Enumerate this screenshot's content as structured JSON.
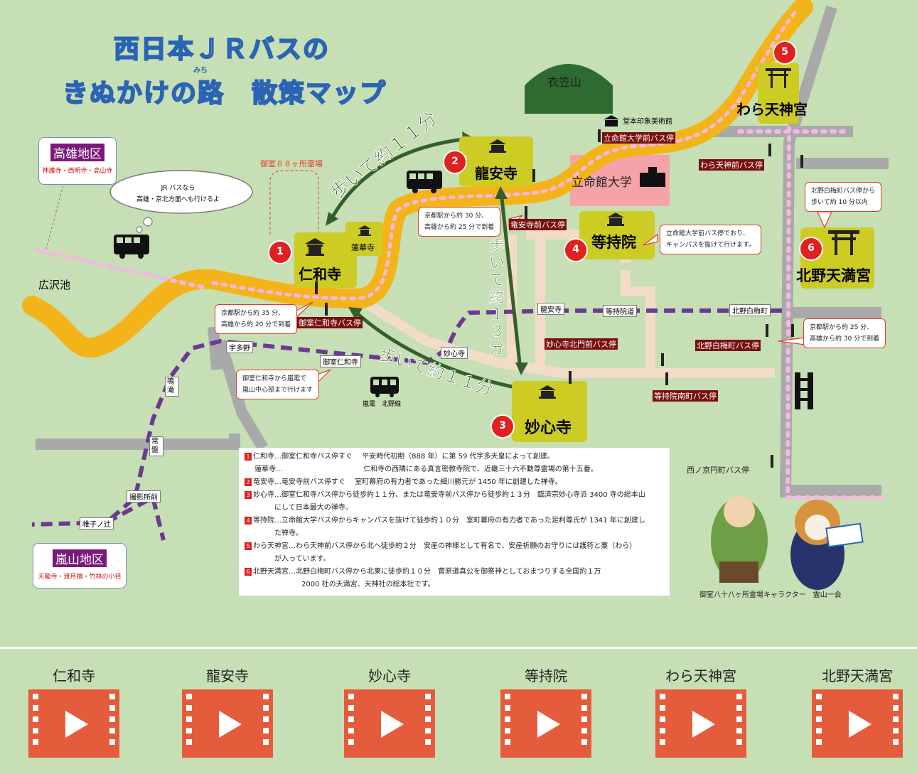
{
  "title": {
    "line1": "西日本ＪＲバスの",
    "line2": "きぬかけの路　散策マップ",
    "ruby": "みち"
  },
  "districts": {
    "takao": {
      "name": "高雄地区",
      "sub": "神護寺・西明寺・高山寺"
    },
    "arashiyama": {
      "name": "嵐山地区",
      "sub": "天龍寺・渡月橋・竹林の小径"
    }
  },
  "speech": {
    "line1": "JR バスなら",
    "line2": "高雄・京北方面へも行けるよ"
  },
  "map_labels": {
    "hirosawa": "広沢池",
    "kinugasa": "衣笠山",
    "domoto": "堂本印象美術館",
    "ritsumeikan": "立命館大学",
    "henro": "御室８８ヶ所霊場",
    "rengeji": "蓮華寺",
    "walk1": "歩いて約１１分",
    "walk2": "歩いて約１３分",
    "walk3": "歩いて約１１分",
    "station": "嵐電　北野線",
    "rail_utano": "宇多野",
    "rail_omuro": "御室仁和寺",
    "rail_myoshinji": "妙心寺",
    "rail_narutaki": "鳴滝",
    "rail_tokiwa": "常盤",
    "rail_satsueijomae": "撮影所前",
    "rail_katabiranotsuji": "帷子ノ辻",
    "rail_ryoanji": "龍安寺",
    "rail_tojiin": "等持院道",
    "rail_kitano": "北野白梅町"
  },
  "temples": [
    {
      "num": "1",
      "name": "仁和寺"
    },
    {
      "num": "2",
      "name": "龍安寺"
    },
    {
      "num": "3",
      "name": "妙心寺"
    },
    {
      "num": "4",
      "name": "等持院"
    },
    {
      "num": "5",
      "name": "わら天神宮"
    },
    {
      "num": "6",
      "name": "北野天満宮"
    }
  ],
  "bus_stops": {
    "ritsumeikan": "立命館大学前バス停",
    "waratenjin": "わら天神前バス停",
    "ryoanji": "竜安寺前バス停",
    "ninnaji": "御室仁和寺バス停",
    "myoshinji": "妙心寺北門前バス停",
    "kitano": "北野白梅町バス停",
    "tojiin": "等持院南町バス停",
    "nishinokyo": "西ノ京円町バス停"
  },
  "callouts": {
    "ryoanji": [
      "京都駅から約 30 分、",
      "高雄から約 25 分で到着"
    ],
    "ninnaji": [
      "京都駅から約 35 分、",
      "高雄から約 20 分で到着"
    ],
    "randen": [
      "御室仁和寺から嵐電で",
      "嵐山中心部まで行けます"
    ],
    "tojiin": [
      "立命館大学前バス停でおり、",
      "キャンパスを抜けて行けます。"
    ],
    "kitano_walk": [
      "北野白梅町バス停から",
      "歩いて約 10 分以内"
    ],
    "kitano_time": [
      "京都駅から約 25 分、",
      "高雄から約 30 分で到着"
    ]
  },
  "legend": [
    {
      "num": "1",
      "text": "仁和寺…御室仁和寺バス停すぐ　 平安時代初期（888 年）に第 59 代宇多天皇によって創建。"
    },
    {
      "num": "",
      "text": "蓮華寺…　　　　　　　　　　　 仁和寺の西隣にある真言密教寺院で、近畿三十六不動尊霊場の第十五番。"
    },
    {
      "num": "2",
      "text": "竜安寺…竜安寺前バス停すぐ　 室町幕府の有力者であった細川勝元が 1450 年に創建した禅寺。"
    },
    {
      "num": "3",
      "text": "妙心寺…御室仁和寺バス停から徒歩約１１分、または竜安寺前バス停から徒歩約１３分　臨済宗妙心寺派 3400 寺の総本山"
    },
    {
      "num": "",
      "text": "にして日本最大の禅寺。"
    },
    {
      "num": "4",
      "text": "等持院…立命館大学バス停からキャンパスを抜けて徒歩約１０分　室町幕府の有力者であった足利尊氏が 1341 年に創建し"
    },
    {
      "num": "",
      "text": "た禅寺。"
    },
    {
      "num": "5",
      "text": "わら天神宮…わら天神前バス停から北へ徒歩約２分　安産の神様として有名で、安産祈願のお守りには護符と藁（わら）"
    },
    {
      "num": "",
      "text": "が入っています。"
    },
    {
      "num": "6",
      "text": "北野天満宮…北野白梅町バス停から北東に徒歩約１０分　菅原道真公を御祭神としておまつりする全国約１万"
    },
    {
      "num": "",
      "text": "2000 社の天満宮、天神社の総本社です。"
    }
  ],
  "character_caption": "御室八十八ヶ所霊場キャラクター　霊山一会",
  "videos": [
    {
      "label": "仁和寺"
    },
    {
      "label": "龍安寺"
    },
    {
      "label": "妙心寺"
    },
    {
      "label": "等持院"
    },
    {
      "label": "わら天神宮"
    },
    {
      "label": "北野天満宮"
    }
  ],
  "colors": {
    "background": "#c7dfb4",
    "route": "#f3b41a",
    "route_dots": "#f8b6e6",
    "road": "#a9a9a9",
    "rail": "#6b3a92",
    "temple_box": "#cdcc24",
    "badge": "#e12020",
    "walk_arrow": "#345e2c",
    "video": "#e45c3c"
  }
}
